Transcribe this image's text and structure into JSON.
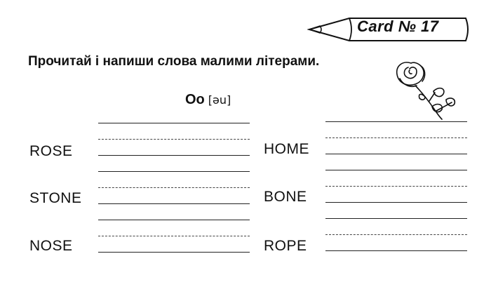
{
  "card": {
    "title": "Card № 17",
    "icon": "pencil-icon"
  },
  "instruction": "Прочитай і напиши слова малими літерами.",
  "illustration": "rose-icon",
  "heading": {
    "letters": "Oo",
    "phonetic": "[əu]"
  },
  "words": {
    "left": [
      "ROSE",
      "STONE",
      "NOSE"
    ],
    "right": [
      "HOME",
      "BONE",
      "ROPE"
    ]
  }
}
